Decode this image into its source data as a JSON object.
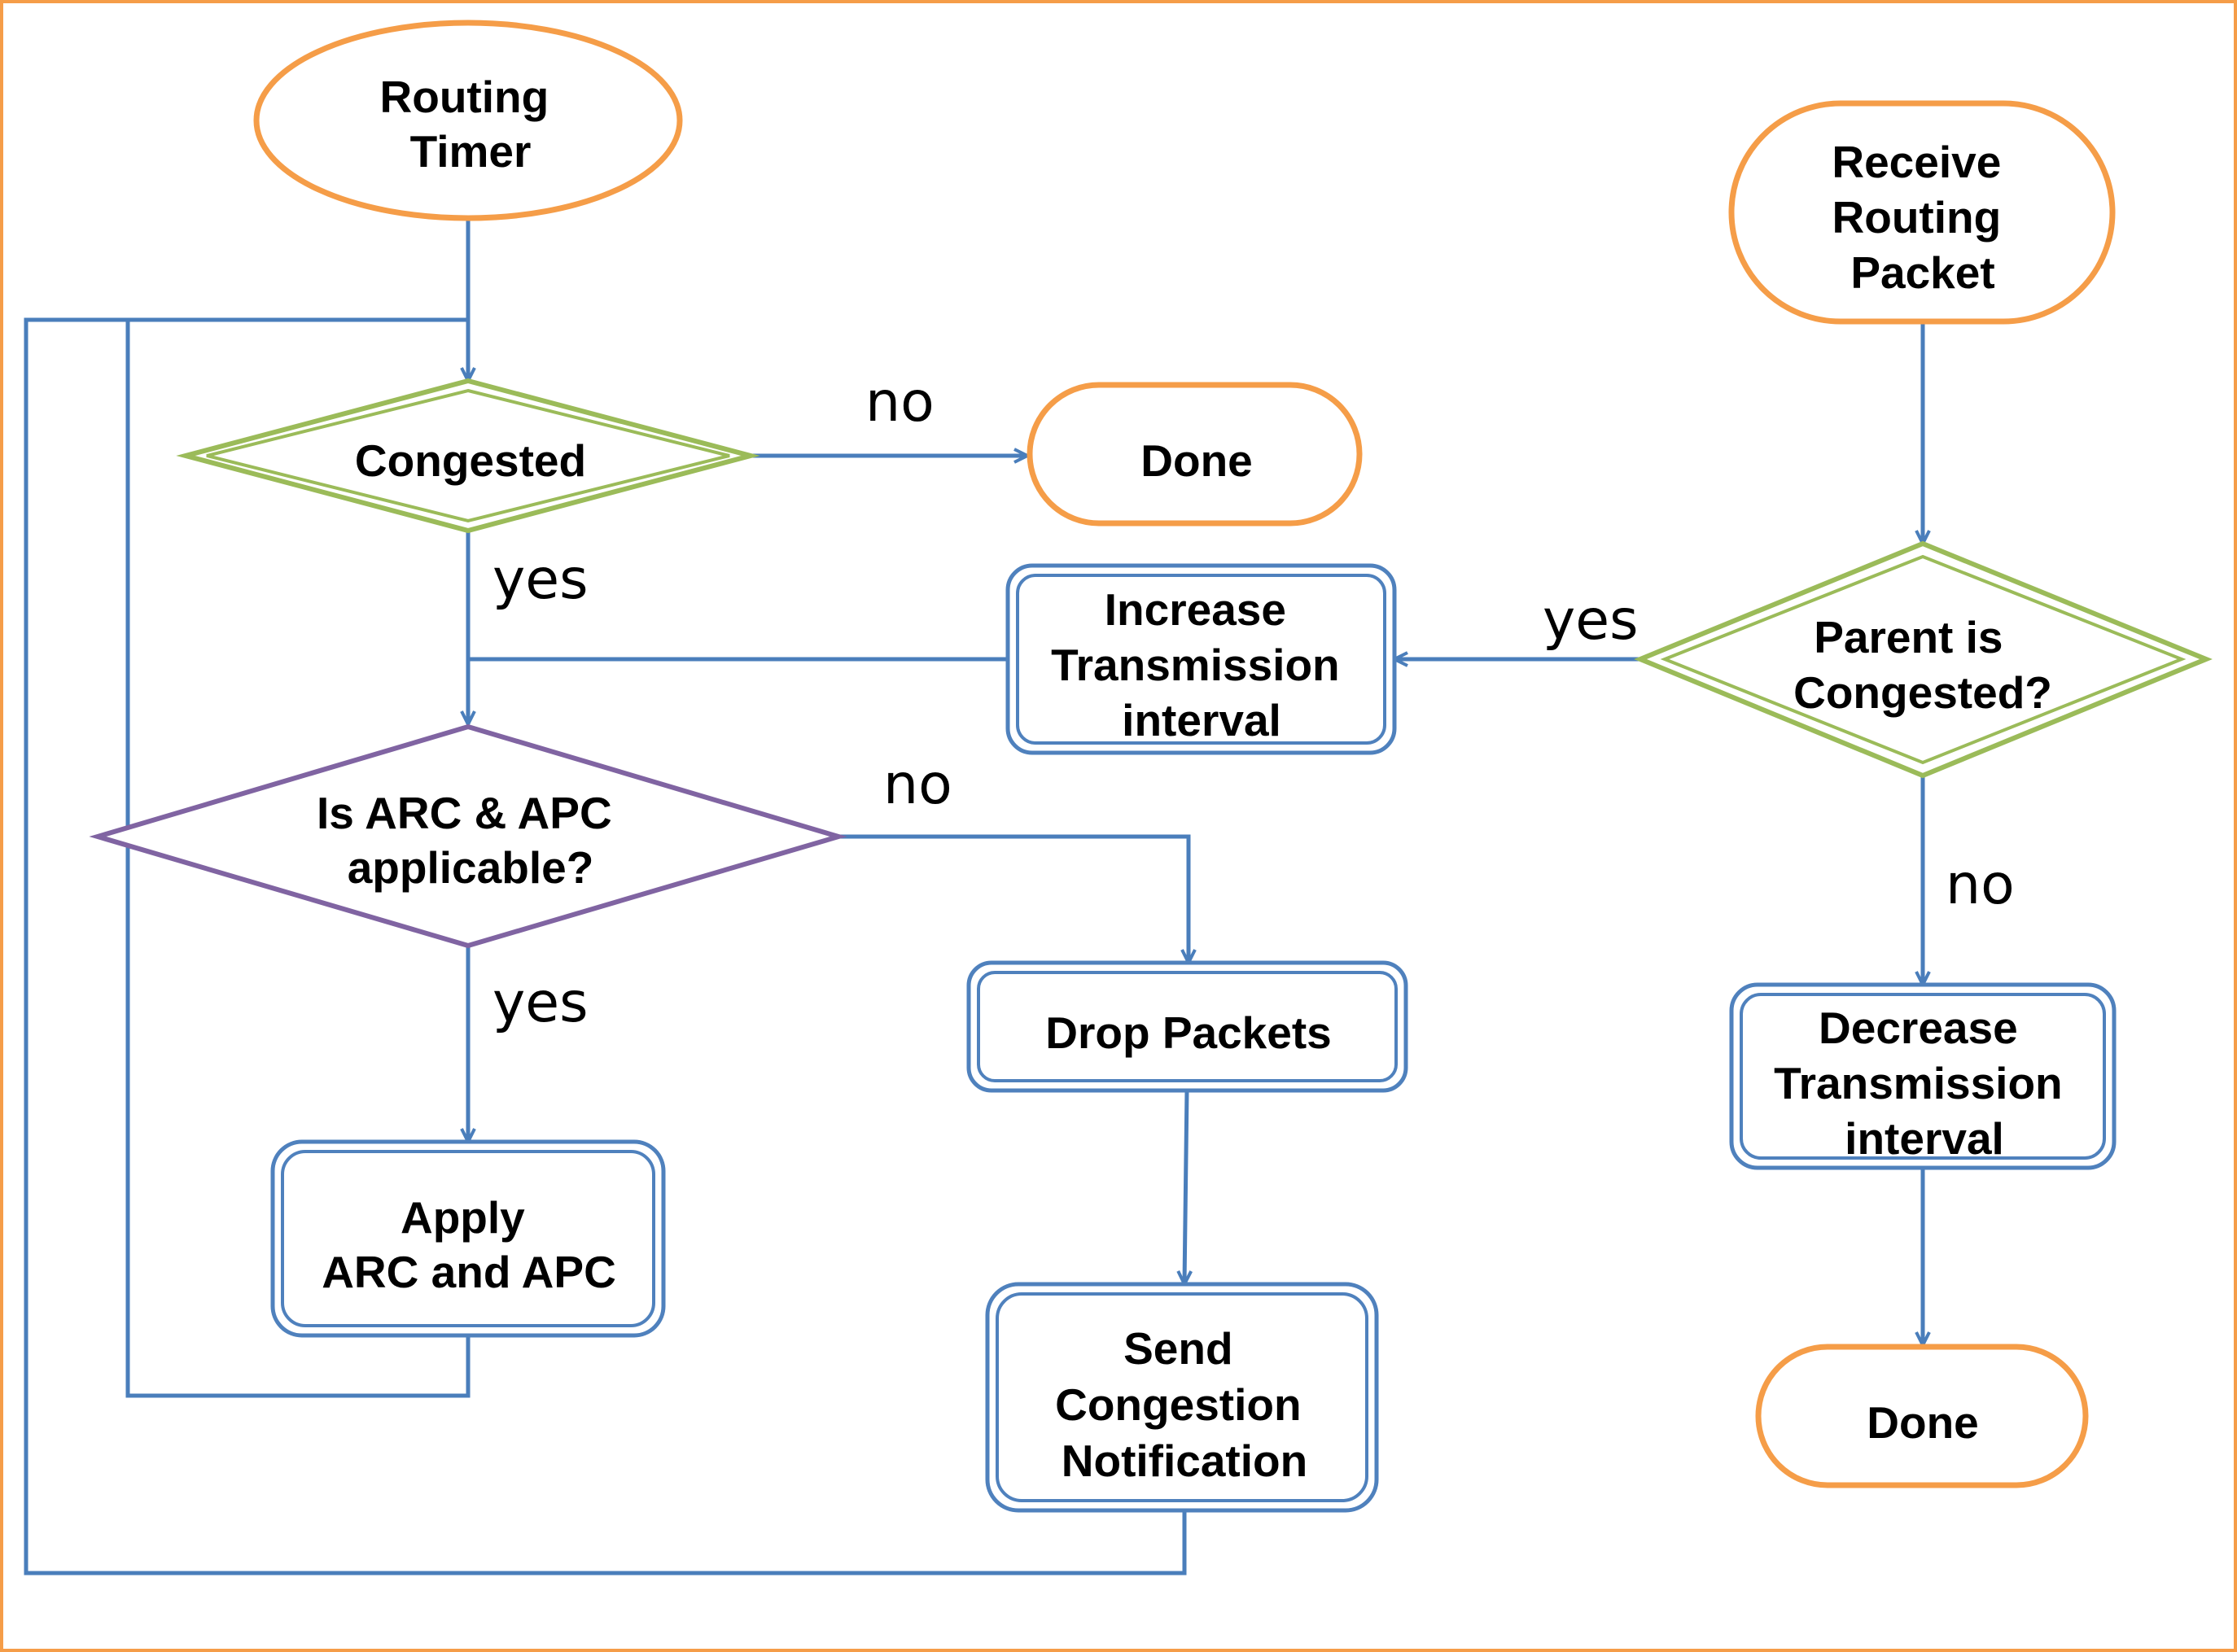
{
  "colors": {
    "frame": "#F59D48",
    "terminal": "#F59D48",
    "decision": "#9BBB59",
    "decision_alt": "#8064A2",
    "process": "#4F81BD",
    "edge": "#4A7EBB"
  },
  "nodes": {
    "routing_timer": {
      "lines": [
        "Routing",
        "Timer"
      ]
    },
    "congested": {
      "lines": [
        "Congested"
      ]
    },
    "done_top": {
      "lines": [
        "Done"
      ]
    },
    "increase_interval": {
      "lines": [
        "Increase",
        "Transmission",
        "interval"
      ]
    },
    "arc_apc_check": {
      "lines": [
        "Is ARC & APC",
        "applicable?"
      ]
    },
    "drop_packets": {
      "lines": [
        "Drop Packets"
      ]
    },
    "apply_arc_apc": {
      "lines": [
        "Apply",
        "ARC and APC"
      ]
    },
    "send_notification": {
      "lines": [
        "Send",
        "Congestion",
        "Notification"
      ]
    },
    "receive_packet": {
      "lines": [
        "Receive",
        "Routing",
        "Packet"
      ]
    },
    "parent_congested": {
      "lines": [
        "Parent is",
        "Congested?"
      ]
    },
    "decrease_interval": {
      "lines": [
        "Decrease",
        "Transmission",
        "interval"
      ]
    },
    "done_bottom": {
      "lines": [
        "Done"
      ]
    }
  },
  "edge_labels": {
    "congested_no": "no",
    "congested_yes": "yes",
    "arc_no": "no",
    "arc_yes": "yes",
    "parent_yes": "yes",
    "parent_no": "no"
  }
}
